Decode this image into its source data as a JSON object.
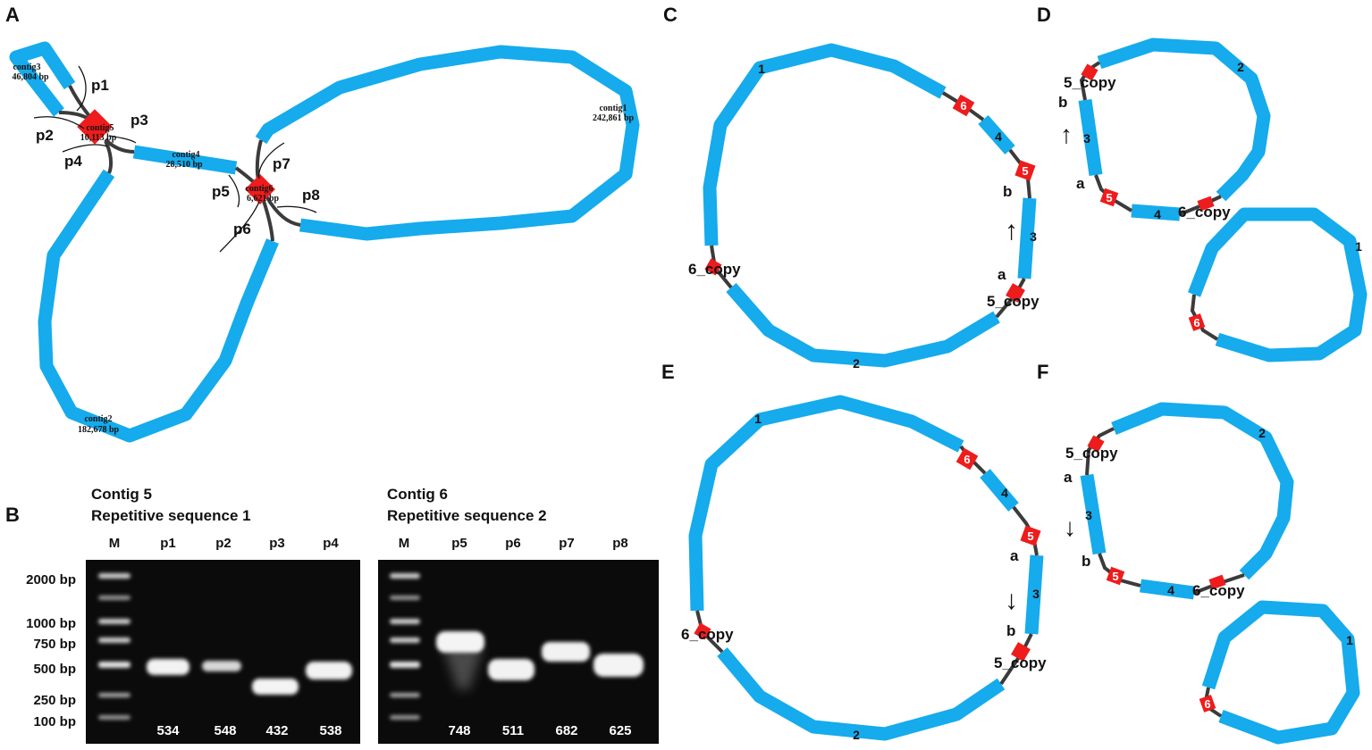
{
  "panels": {
    "A": "A",
    "B": "B",
    "C": "C",
    "D": "D",
    "E": "E",
    "F": "F"
  },
  "graph_a": {
    "contigs": [
      {
        "name": "contig1",
        "length": "242,861 bp"
      },
      {
        "name": "contig2",
        "length": "182,678 bp"
      },
      {
        "name": "contig3",
        "length": "46,804 bp"
      },
      {
        "name": "contig4",
        "length": "28,510 bp"
      },
      {
        "name": "contig5",
        "length": "10,113 bp"
      },
      {
        "name": "contig6",
        "length": "6,621 bp"
      }
    ],
    "primers": [
      "p1",
      "p2",
      "p3",
      "p4",
      "p5",
      "p6",
      "p7",
      "p8"
    ]
  },
  "structures": {
    "nodes": [
      "1",
      "2",
      "3",
      "4",
      "5",
      "6"
    ],
    "copy5": "5_copy",
    "copy6": "6_copy",
    "a": "a",
    "b": "b",
    "arrow_up": "↑",
    "arrow_down": "↓"
  },
  "gel": {
    "left": {
      "title1": "Contig 5",
      "title2": "Repetitive sequence 1",
      "marker": "M",
      "lanes": [
        "p1",
        "p2",
        "p3",
        "p4"
      ],
      "sizes": [
        "534",
        "548",
        "432",
        "538"
      ]
    },
    "right": {
      "title1": "Contig 6",
      "title2": "Repetitive sequence 2",
      "marker": "M",
      "lanes": [
        "p5",
        "p6",
        "p7",
        "p8"
      ],
      "sizes": [
        "748",
        "511",
        "682",
        "625"
      ]
    },
    "ladder": [
      "2000 bp",
      "1000 bp",
      "750 bp",
      "500 bp",
      "250 bp",
      "100 bp"
    ]
  },
  "colors": {
    "contig": "#15abec",
    "repeat": "#ee1c1c",
    "gel_bg": "#0b0b0b",
    "link": "#3b3b3b"
  }
}
